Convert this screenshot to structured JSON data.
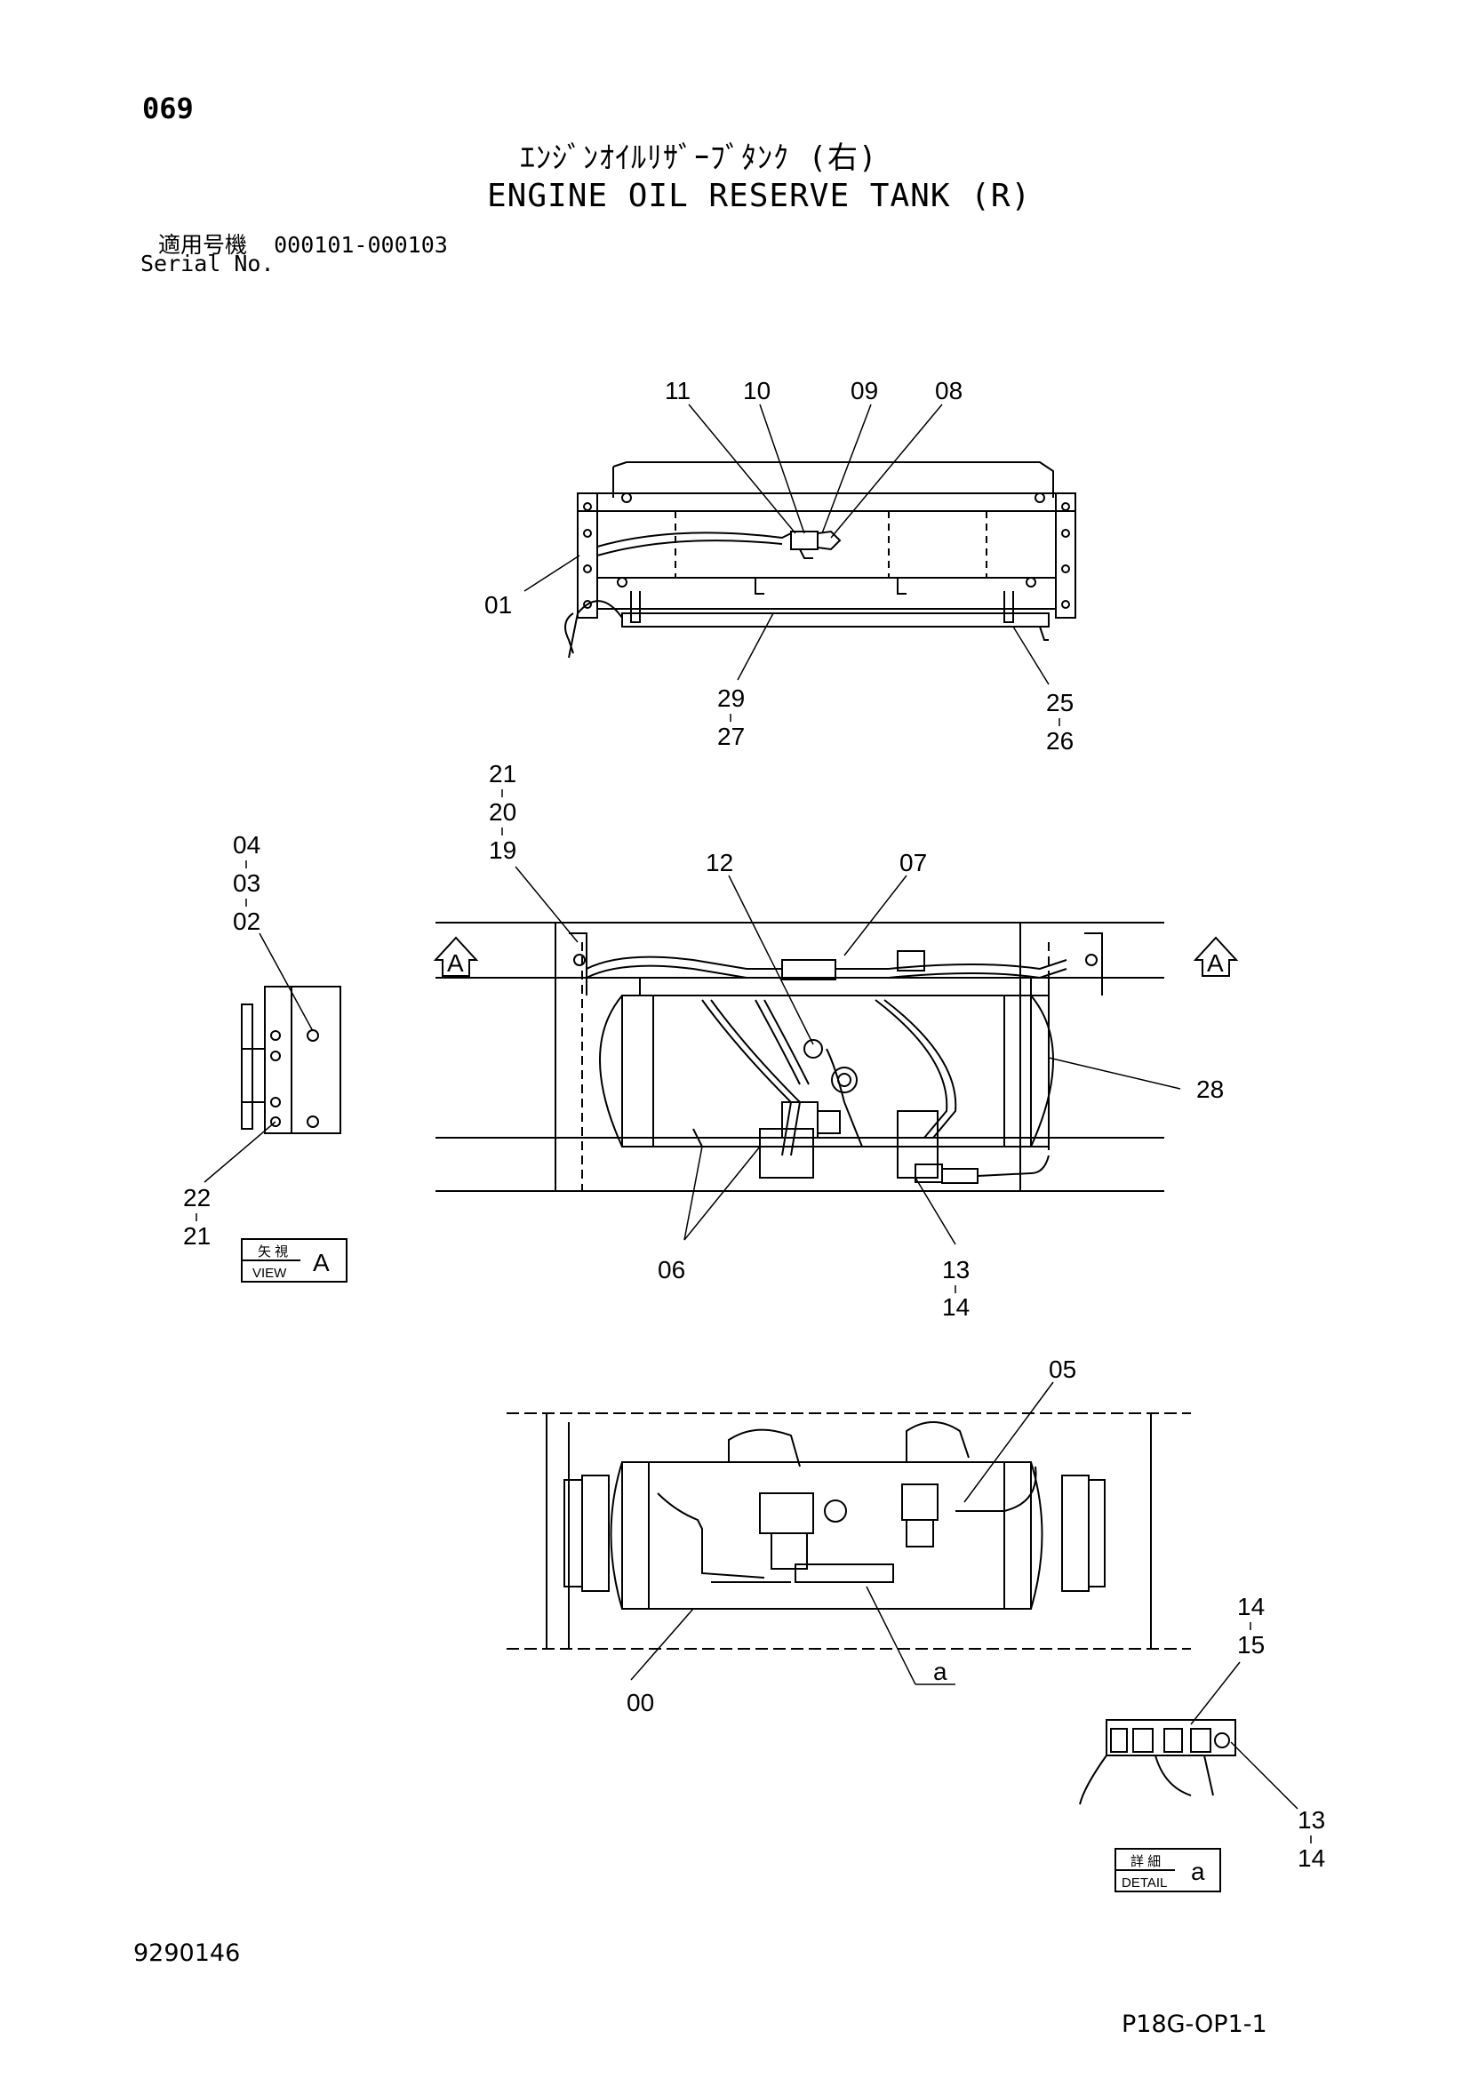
{
  "header": {
    "page_number": "069",
    "title_jp": "ｴﾝｼﾞﾝｵｲﾙﾘｻﾞｰﾌﾞﾀﾝｸ (右)",
    "title_en": "ENGINE OIL RESERVE TANK (R)",
    "serial_label_jp": "適用号機",
    "serial_range": "000101-000103",
    "serial_label_en": "Serial No."
  },
  "footer": {
    "document_number": "9290146",
    "page_reference": "P18G-OP1-1"
  },
  "callouts": {
    "top": [
      "11",
      "10",
      "09",
      "08",
      "01",
      "29",
      "27",
      "25",
      "26"
    ],
    "middle": [
      "21",
      "20",
      "19",
      "12",
      "07",
      "28",
      "06",
      "13",
      "14"
    ],
    "view": [
      "04",
      "03",
      "02",
      "22",
      "21"
    ],
    "bottom": [
      "05",
      "00",
      "a"
    ],
    "detail": [
      "14",
      "15",
      "13",
      "14"
    ]
  },
  "view_markers": {
    "arrow_letter": "A",
    "view_jp": "矢 視",
    "view_en": "VIEW",
    "view_letter": "A",
    "detail_jp": "詳 細",
    "detail_en": "DETAIL",
    "detail_letter": "a"
  }
}
